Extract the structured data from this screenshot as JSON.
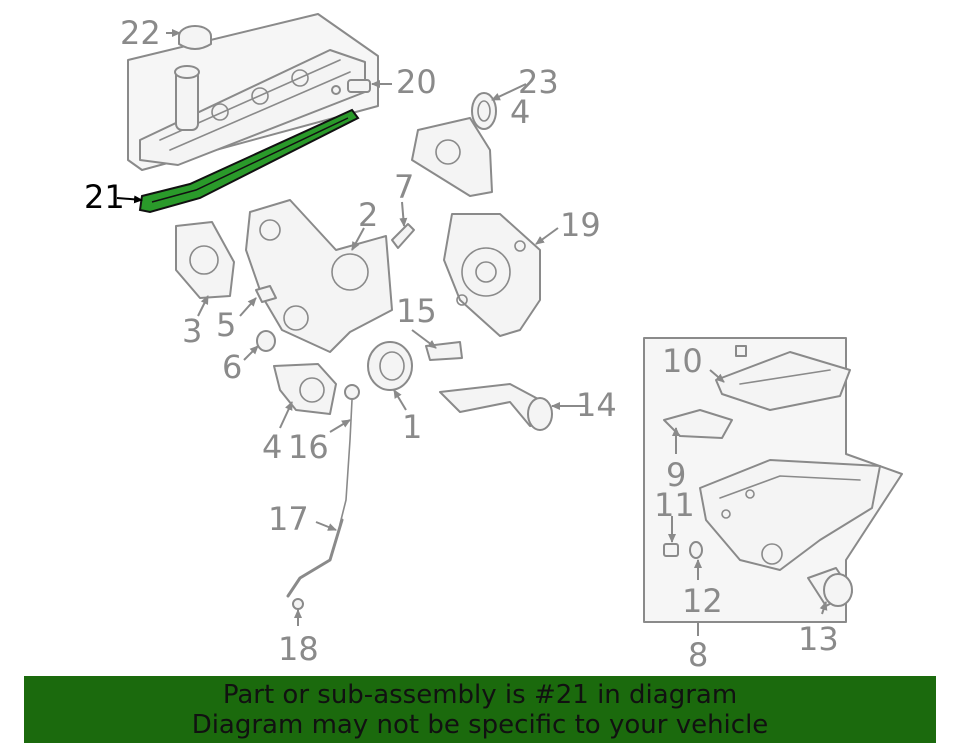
{
  "callouts": {
    "c1": "1",
    "c2": "2",
    "c3": "3",
    "c4": "4",
    "c4b": "4",
    "c5": "5",
    "c6": "6",
    "c7": "7",
    "c8": "8",
    "c9": "9",
    "c10": "10",
    "c11": "11",
    "c12": "12",
    "c13": "13",
    "c14": "14",
    "c15": "15",
    "c16": "16",
    "c17": "17",
    "c18": "18",
    "c19": "19",
    "c20": "20",
    "c21": "21",
    "c22": "22",
    "c23": "23"
  },
  "highlight": {
    "part": "21",
    "color": "#2a9a2a"
  },
  "footer": {
    "line1": "Part or sub-assembly is #21 in diagram",
    "line2": "Diagram may not be specific to your vehicle",
    "background": "#1b6a0d"
  }
}
